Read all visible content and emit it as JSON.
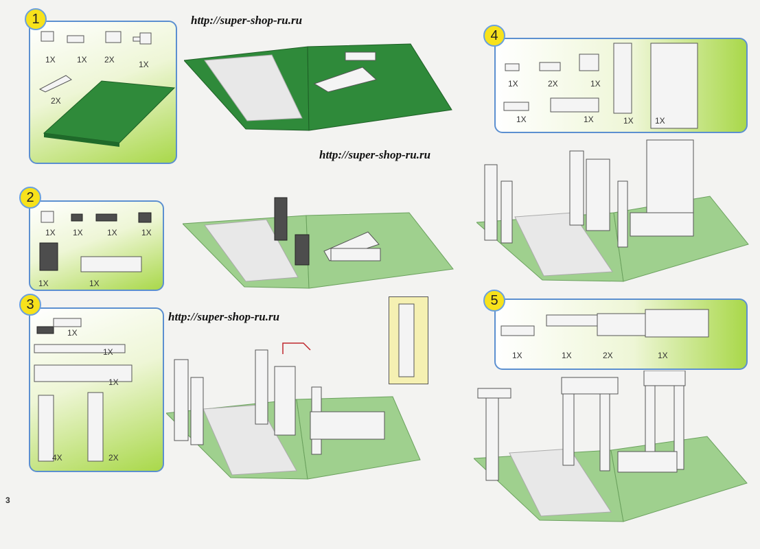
{
  "page": {
    "number": "3"
  },
  "watermark": {
    "url_top": "http://super-shop-ru.ru",
    "url_middle": "http://super-shop-ru.ru",
    "url_left": "http://super-shop-ru.ru"
  },
  "steps": [
    {
      "number": "1",
      "quantities": [
        "1X",
        "1X",
        "2X",
        "1X",
        "2X"
      ]
    },
    {
      "number": "2",
      "quantities": [
        "1X",
        "1X",
        "1X",
        "1X",
        "1X",
        "1X"
      ]
    },
    {
      "number": "3",
      "quantities": [
        "1X",
        "1X",
        "1X",
        "4X",
        "2X"
      ]
    },
    {
      "number": "4",
      "quantities": [
        "1X",
        "2X",
        "1X",
        "1X",
        "1X",
        "1X",
        "1X"
      ]
    },
    {
      "number": "5",
      "quantities": [
        "1X",
        "1X",
        "2X",
        "1X"
      ]
    }
  ],
  "colors": {
    "panel_border": "#5b8fd0",
    "badge_fill": "#f7e21b",
    "baseplate_dark": "#2f8a3a",
    "baseplate_light": "#9fd08e",
    "road": "#e8e8e8",
    "arrow": "#c0272d"
  }
}
